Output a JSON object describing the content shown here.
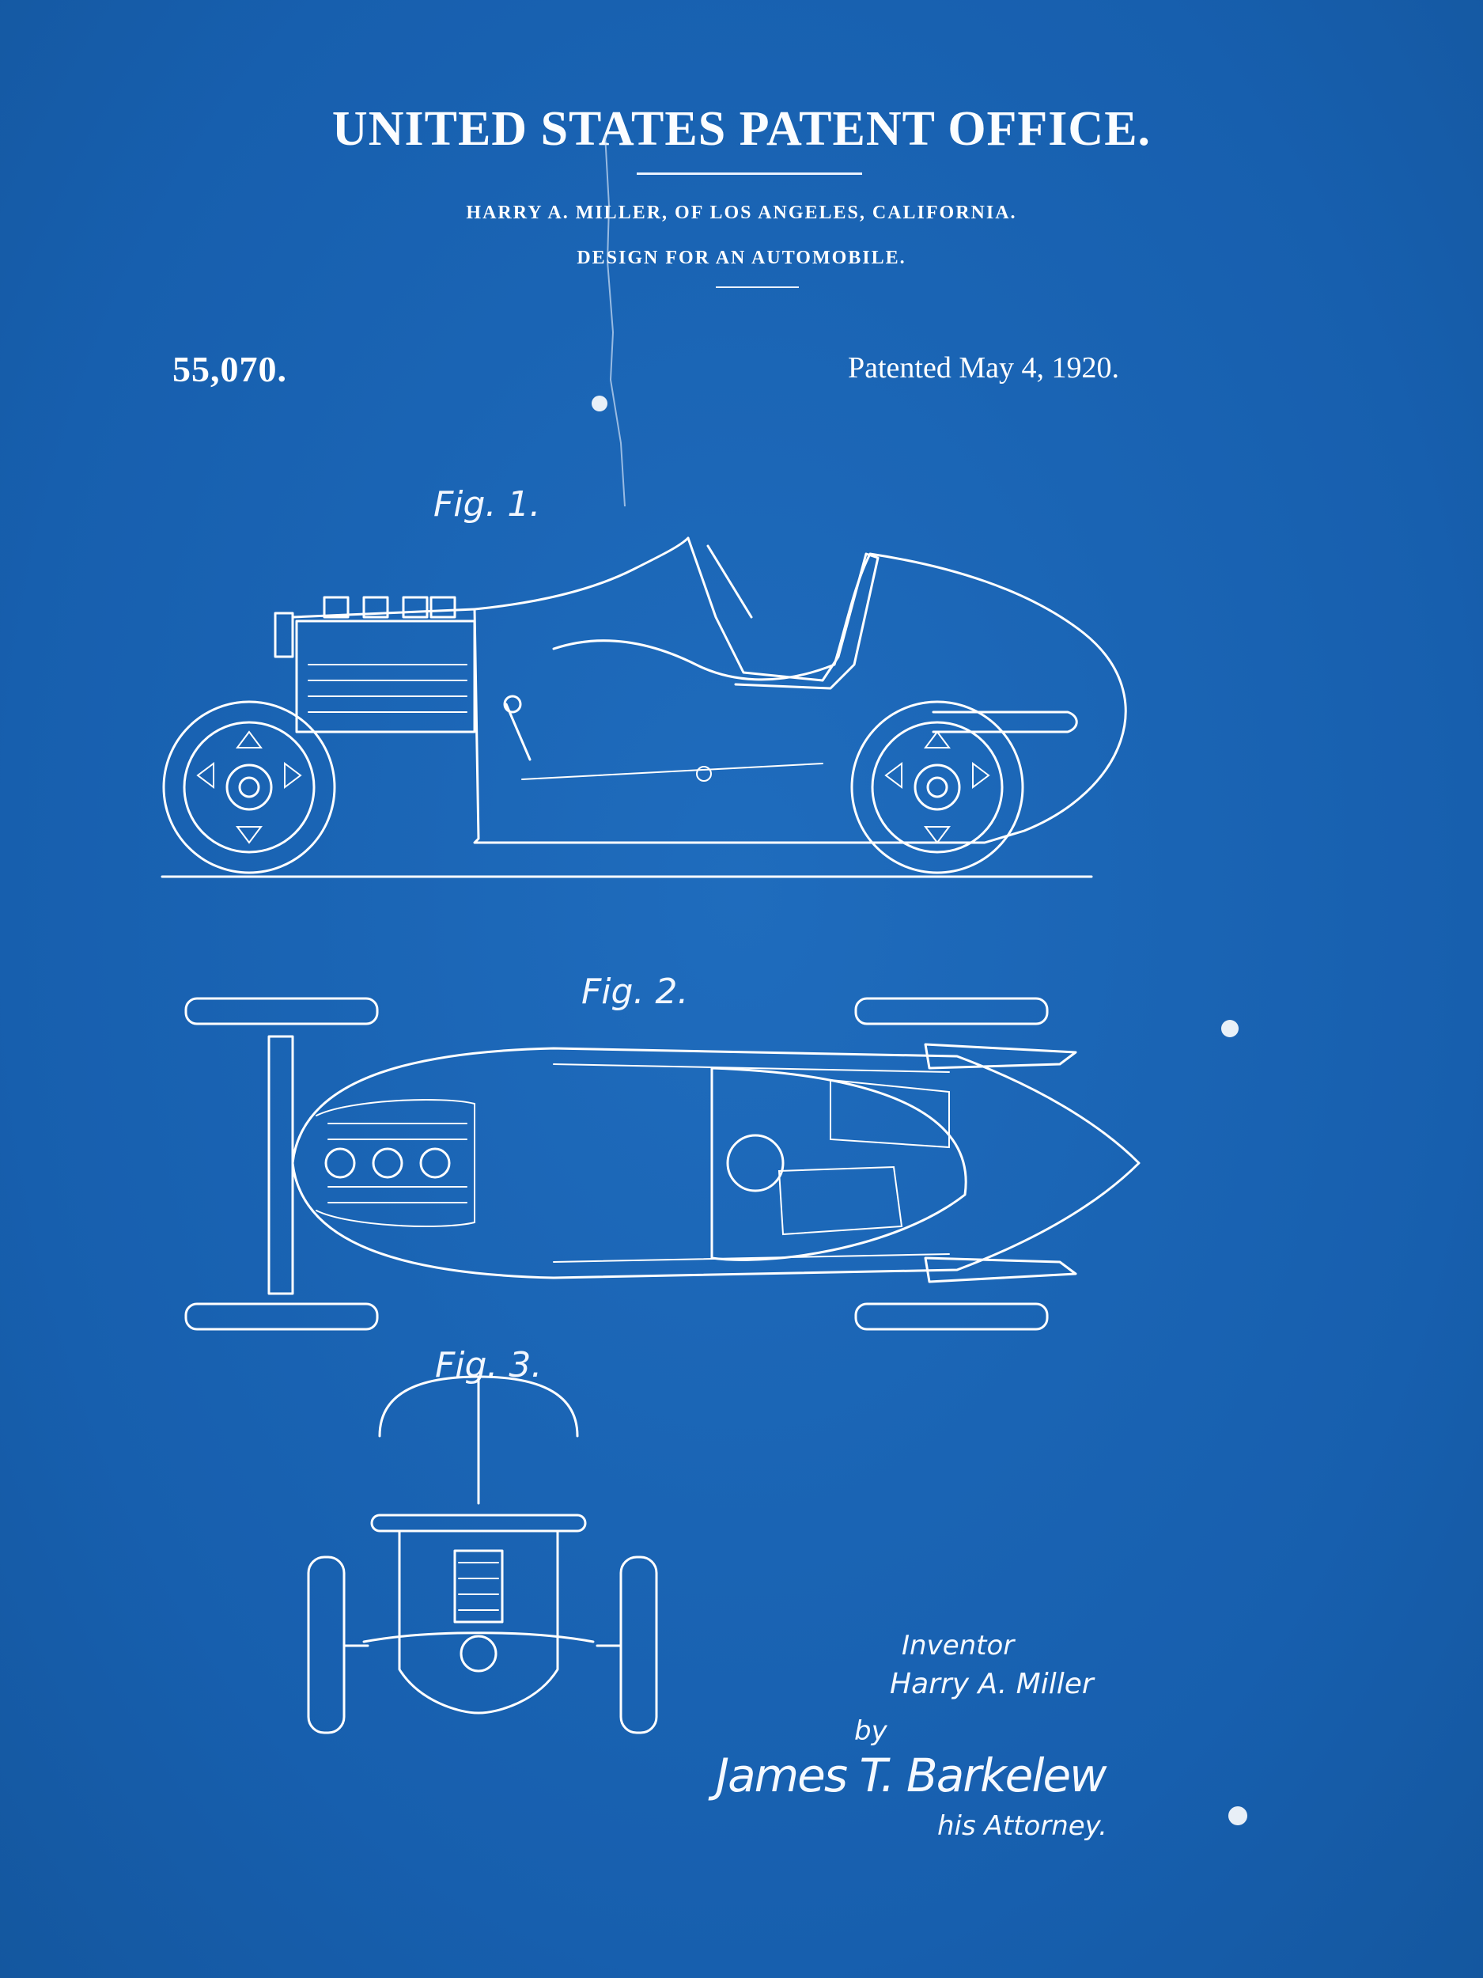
{
  "header": {
    "office": "UNITED STATES PATENT OFFICE.",
    "inventor_line": "HARRY A. MILLER, OF LOS ANGELES, CALIFORNIA.",
    "design_line": "DESIGN FOR AN AUTOMOBILE."
  },
  "patent": {
    "number": "55,070.",
    "date": "Patented May 4, 1920."
  },
  "figures": {
    "fig1": "Fig. 1.",
    "fig2": "Fig. 2.",
    "fig3": "Fig. 3."
  },
  "signature": {
    "inventor_label": "Inventor",
    "inventor_name": "Harry A. Miller",
    "by": "by",
    "attorney_signature": "James T. Barkelew",
    "attorney_label": "his Attorney."
  },
  "colors": {
    "background": "#1a64b4",
    "ink": "#ffffff"
  }
}
